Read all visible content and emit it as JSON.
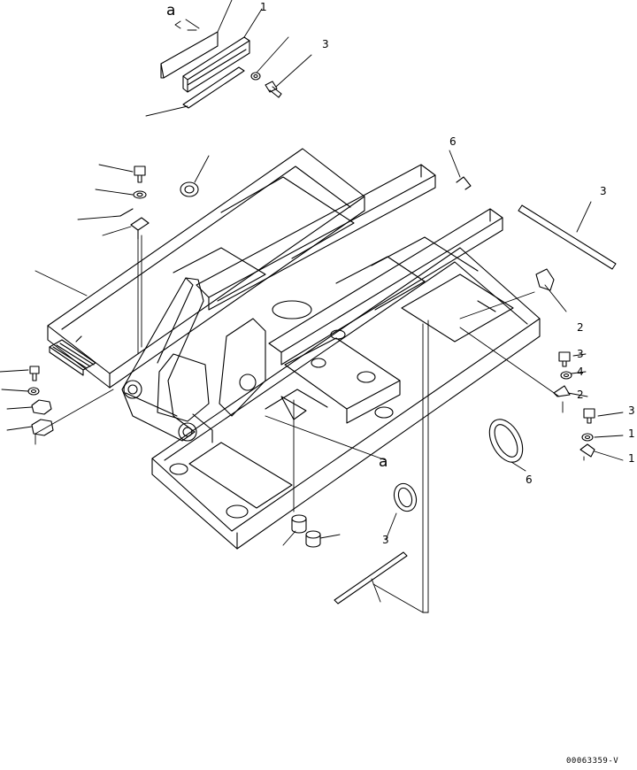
{
  "diagram": {
    "callout_a_top": "a",
    "callout_a_mid": "a",
    "labels": {
      "l1": "1",
      "l2": "3",
      "l3": "6",
      "l4": "3",
      "l5": "2",
      "l6": "3",
      "l7": "4",
      "l8": "2",
      "l9": "3",
      "l10": "1",
      "l11": "1",
      "l12": "6",
      "l13": "3"
    },
    "drawing_code": "00063359-V"
  }
}
